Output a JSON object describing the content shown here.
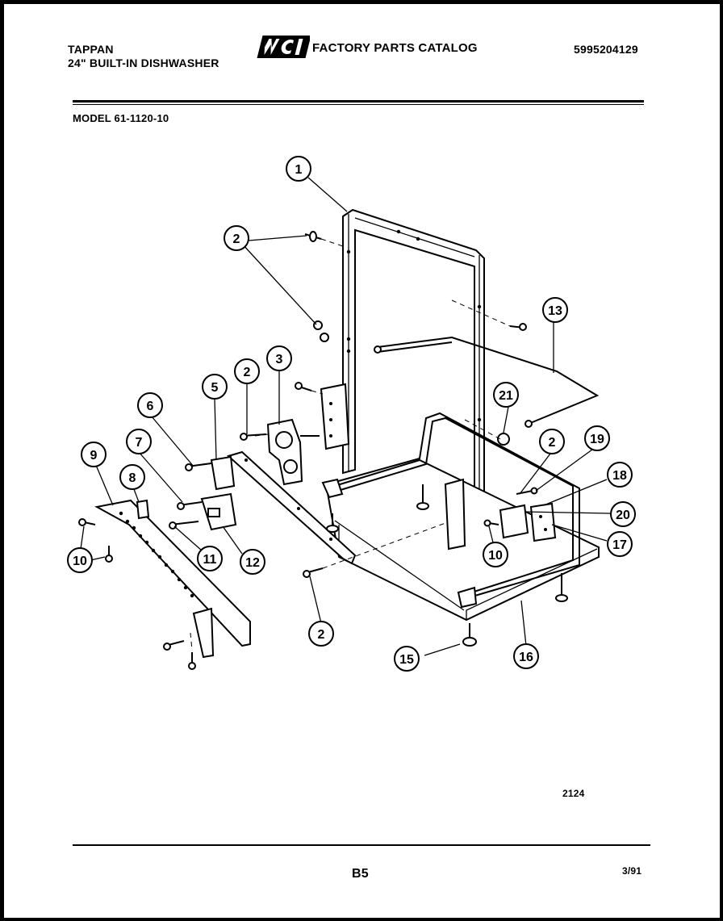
{
  "header": {
    "brand": "TAPPAN",
    "product": "24\" BUILT-IN DISHWASHER",
    "logo_text": "WCI",
    "catalog_title": "FACTORY PARTS CATALOG",
    "catalog_number": "5995204129",
    "model": "MODEL 61-1120-10"
  },
  "diagram": {
    "drawing_number": "2124",
    "callouts": [
      "1",
      "2",
      "3",
      "5",
      "6",
      "7",
      "8",
      "9",
      "10",
      "11",
      "12",
      "13",
      "15",
      "16",
      "17",
      "18",
      "19",
      "20",
      "21"
    ]
  },
  "footer": {
    "page": "B5",
    "date": "3/91"
  }
}
